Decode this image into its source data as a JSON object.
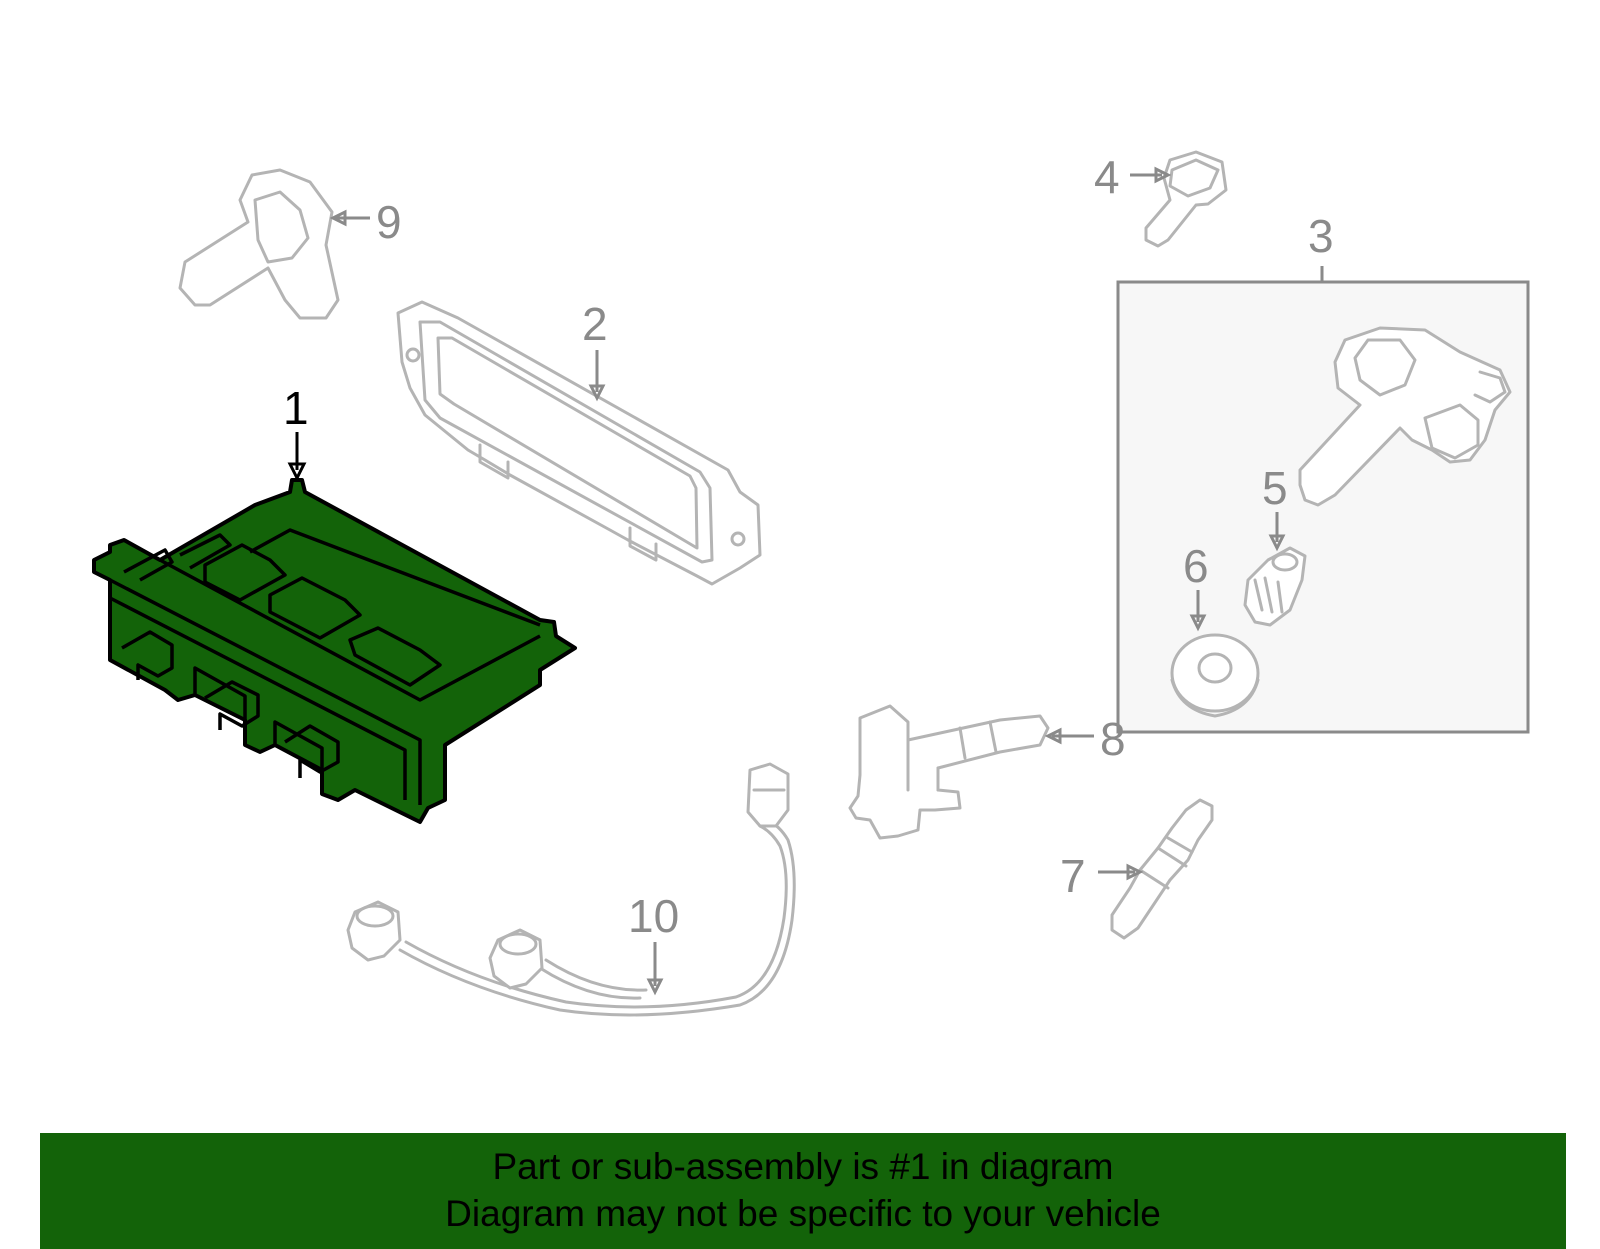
{
  "colors": {
    "highlight_fill": "#136309",
    "part_stroke": "#b4b4b4",
    "label_gray": "#8a8a8a",
    "label_active": "#000000",
    "kit_box_fill": "#f7f7f7"
  },
  "callouts": [
    {
      "id": "1",
      "label": "1",
      "highlighted": true
    },
    {
      "id": "2",
      "label": "2",
      "highlighted": false
    },
    {
      "id": "3",
      "label": "3",
      "highlighted": false
    },
    {
      "id": "4",
      "label": "4",
      "highlighted": false
    },
    {
      "id": "5",
      "label": "5",
      "highlighted": false
    },
    {
      "id": "6",
      "label": "6",
      "highlighted": false
    },
    {
      "id": "7",
      "label": "7",
      "highlighted": false
    },
    {
      "id": "8",
      "label": "8",
      "highlighted": false
    },
    {
      "id": "9",
      "label": "9",
      "highlighted": false
    },
    {
      "id": "10",
      "label": "10",
      "highlighted": false
    }
  ],
  "banner": {
    "line1": "Part or sub-assembly is #1 in diagram",
    "line2": "Diagram may not be specific to your vehicle"
  }
}
